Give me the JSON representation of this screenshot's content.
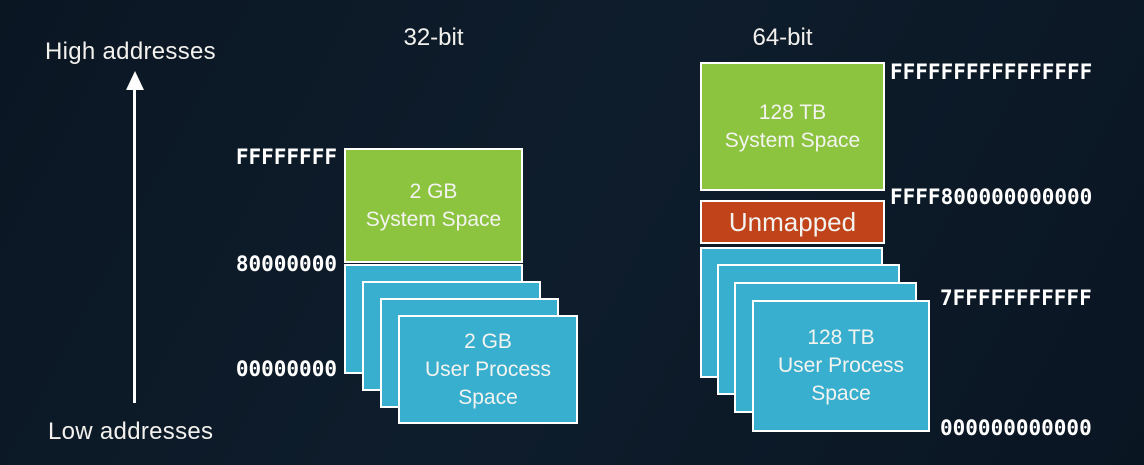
{
  "diagram": {
    "axis": {
      "high": "High addresses",
      "low": "Low addresses"
    },
    "col32": {
      "title": "32-bit",
      "system": {
        "line1": "2 GB",
        "line2": "System Space"
      },
      "user": {
        "line1": "2 GB",
        "line2": "User Process",
        "line3": "Space"
      },
      "addr_top": "FFFFFFFF",
      "addr_mid": "80000000",
      "addr_bottom": "00000000"
    },
    "col64": {
      "title": "64-bit",
      "system": {
        "line1": "128 TB",
        "line2": "System Space"
      },
      "unmapped": "Unmapped",
      "user": {
        "line1": "128 TB",
        "line2": "User Process",
        "line3": "Space"
      },
      "addr_top": "FFFFFFFFFFFFFFFF",
      "addr_system_bottom": "FFFF800000000000",
      "addr_user_top": "7FFFFFFFFFFF",
      "addr_bottom": "000000000000"
    },
    "colors": {
      "background": "#0C1927",
      "system_space_green": "#8CC43F",
      "user_space_blue": "#38AFCE",
      "unmapped_orange": "#C1431A",
      "box_border": "#FFFFFF",
      "text": "#F2F1ED"
    }
  }
}
